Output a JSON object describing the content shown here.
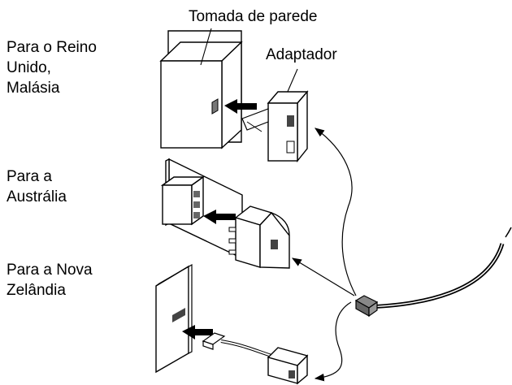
{
  "regions": {
    "uk_malaysia": "Para o Reino\nUnido,\nMalásia",
    "australia": "Para a\nAustrália",
    "new_zealand": "Para a Nova\nZelândia"
  },
  "callouts": {
    "wall_socket": "Tomada de parede",
    "adapter": "Adaptador"
  }
}
